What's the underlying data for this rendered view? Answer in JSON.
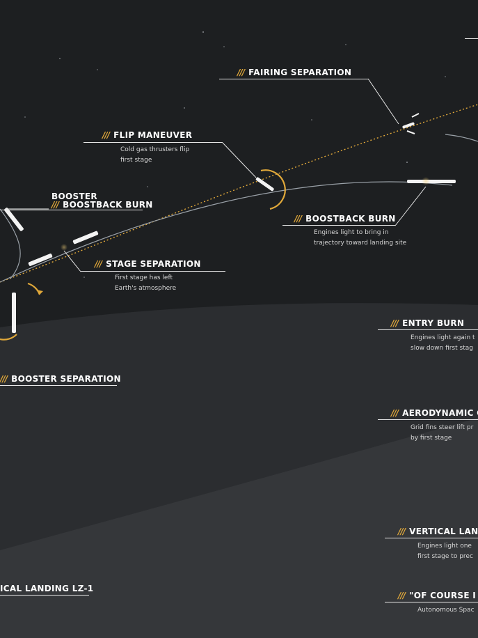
{
  "accent_color": "#e0a83a",
  "stage_marker": "///",
  "stages": {
    "fairing_separation": {
      "title": "FAIRING SEPARATION"
    },
    "flip_maneuver": {
      "title": "FLIP MANEUVER",
      "desc": [
        "Cold gas thrusters flip",
        "first stage"
      ]
    },
    "booster_boostback": {
      "title_top": "BOOSTER",
      "title": "BOOSTBACK BURN"
    },
    "boostback_burn": {
      "title": "BOOSTBACK BURN",
      "desc": [
        "Engines light to bring in",
        "trajectory toward landing site"
      ]
    },
    "stage_separation": {
      "title": "STAGE SEPARATION",
      "desc": [
        "First stage has left",
        "Earth's atmosphere"
      ]
    },
    "entry_burn": {
      "title": "ENTRY BURN",
      "desc": [
        "Engines light again t",
        "slow down first stag"
      ]
    },
    "booster_separation": {
      "title": "BOOSTER SEPARATION"
    },
    "aerodynamic": {
      "title": "AERODYNAMIC G",
      "desc": [
        "Grid fins steer lift pr",
        "by first stage"
      ]
    },
    "vertical_landing_right": {
      "title": "VERTICAL LAN",
      "desc": [
        "Engines light one",
        "first stage to prec"
      ]
    },
    "vertical_landing_lz1": {
      "title": "ICAL LANDING  LZ-1"
    },
    "of_course": {
      "title": "\"OF COURSE I S",
      "desc": [
        "Autonomous Spac"
      ]
    }
  }
}
